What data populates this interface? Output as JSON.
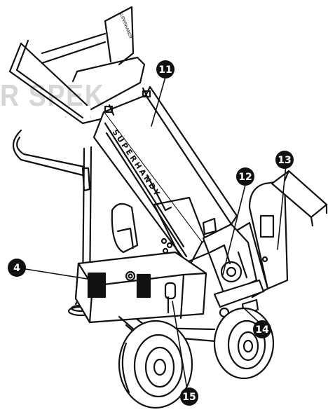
{
  "watermark": {
    "main": "R SPEK",
    "sub": "• • • • • •"
  },
  "frame_label": "SUPERHANDY",
  "hopper_label": "SUPERHANDY",
  "callouts": [
    {
      "id": "4",
      "label": "4"
    },
    {
      "id": "11",
      "label": "11"
    },
    {
      "id": "12",
      "label": "12"
    },
    {
      "id": "13",
      "label": "13"
    },
    {
      "id": "14",
      "label": "14"
    },
    {
      "id": "15",
      "label": "15"
    }
  ],
  "colors": {
    "line": "#111111",
    "callout_fill": "#111111",
    "callout_text": "#ffffff",
    "watermark": "#c9c9c9"
  }
}
